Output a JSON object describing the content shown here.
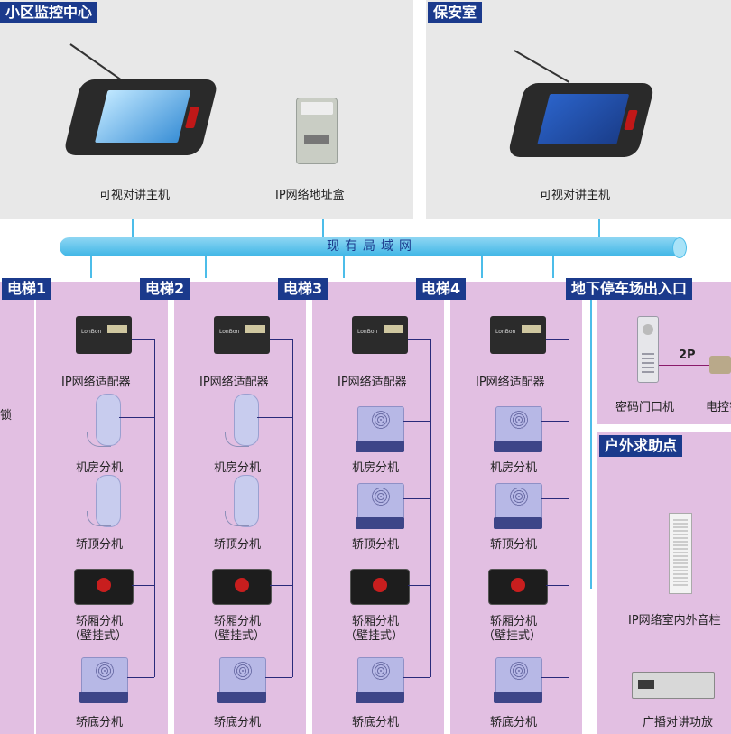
{
  "top": {
    "center_title": "小区监控中心",
    "guard_title": "保安室",
    "host_label_1": "可视对讲主机",
    "addr_box_label": "IP网络地址盒",
    "host_label_2": "可视对讲主机"
  },
  "network": {
    "label": "现有局域网"
  },
  "left_partial": {
    "label": "锁"
  },
  "elevators": [
    {
      "title": "电梯1",
      "adapter": "IP网络适配器",
      "machine_room": "机房分机",
      "car_top": "轿顶分机",
      "car_wall": "轿厢分机",
      "car_wall_sub": "（壁挂式）",
      "car_bottom": "轿底分机"
    },
    {
      "title": "电梯2",
      "adapter": "IP网络适配器",
      "machine_room": "机房分机",
      "car_top": "轿顶分机",
      "car_wall": "轿厢分机",
      "car_wall_sub": "（壁挂式）",
      "car_bottom": "轿底分机"
    },
    {
      "title": "电梯3",
      "adapter": "IP网络适配器",
      "machine_room": "机房分机",
      "car_top": "轿顶分机",
      "car_wall": "轿厢分机",
      "car_wall_sub": "（壁挂式）",
      "car_bottom": "轿底分机"
    },
    {
      "title": "电梯4",
      "adapter": "IP网络适配器",
      "machine_room": "机房分机",
      "car_top": "轿顶分机",
      "car_wall": "轿厢分机",
      "car_wall_sub": "（壁挂式）",
      "car_bottom": "轿底分机"
    }
  ],
  "right": {
    "parking_title": "地下停车场出入口",
    "door_unit": "密码门口机",
    "wire": "2P",
    "lock": "电控锁",
    "outdoor_title": "户外求助点",
    "column_speaker": "IP网络室内外音柱",
    "amplifier": "广播对讲功放"
  },
  "device_brand": "LonBon",
  "colors": {
    "title_bg": "#1b3a8c",
    "panel_pink": "#e2bfe2",
    "network": "#4cbde9"
  }
}
